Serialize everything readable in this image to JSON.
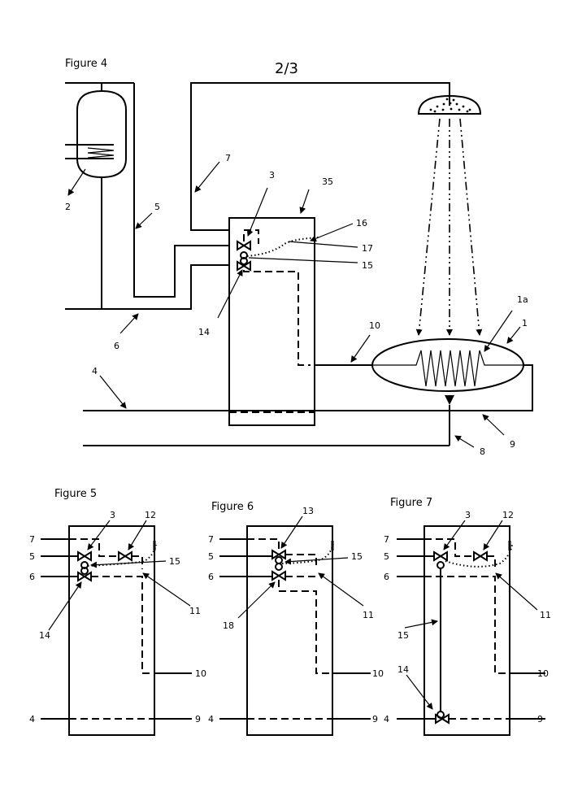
{
  "page": {
    "number": "2/3"
  },
  "figures": {
    "fig4": {
      "caption": "Figure 4",
      "labels": {
        "n1": "1",
        "n1a": "1a",
        "n2": "2",
        "n3": "3",
        "n4": "4",
        "n5": "5",
        "n6": "6",
        "n7": "7",
        "n8": "8",
        "n9": "9",
        "n10": "10",
        "n14": "14",
        "n15": "15",
        "n16": "16",
        "n17": "17",
        "n35": "35"
      }
    },
    "fig5": {
      "caption": "Figure 5",
      "labels": {
        "n3": "3",
        "n4": "4",
        "n5": "5",
        "n6": "6",
        "n7": "7",
        "n9": "9",
        "n10": "10",
        "n11": "11",
        "n12": "12",
        "n14": "14",
        "n15": "15"
      }
    },
    "fig6": {
      "caption": "Figure 6",
      "labels": {
        "n4": "4",
        "n5": "5",
        "n6": "6",
        "n7": "7",
        "n9": "9",
        "n10": "10",
        "n11": "11",
        "n13": "13",
        "n15": "15",
        "n18": "18"
      }
    },
    "fig7": {
      "caption": "Figure 7",
      "labels": {
        "n3": "3",
        "n4": "4",
        "n5": "5",
        "n6": "6",
        "n7": "7",
        "n9": "9",
        "n10": "10",
        "n11": "11",
        "n12": "12",
        "n14": "14",
        "n15": "15"
      }
    }
  }
}
